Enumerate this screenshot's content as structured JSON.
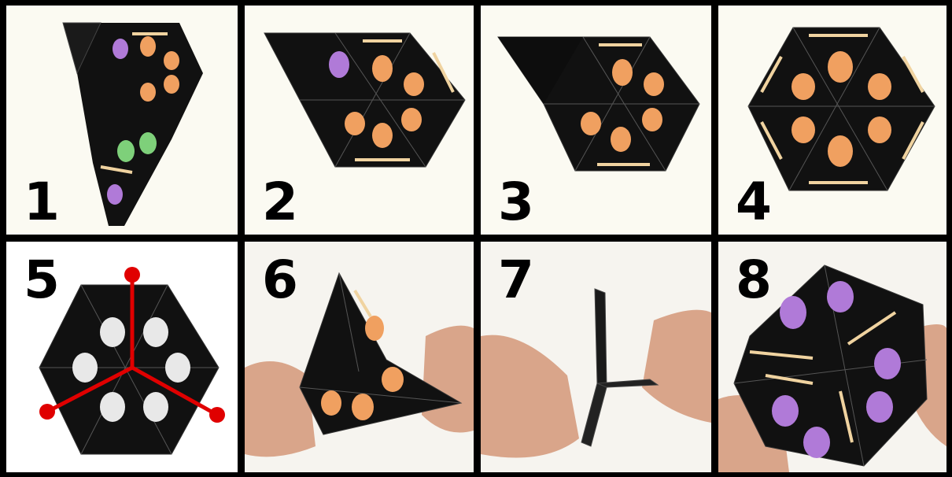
{
  "panels": [
    {
      "label": "1",
      "skull_colors": [
        "purple",
        "orange",
        "green"
      ]
    },
    {
      "label": "2",
      "skull_colors": [
        "purple",
        "orange"
      ]
    },
    {
      "label": "3",
      "skull_colors": [
        "orange"
      ]
    },
    {
      "label": "4",
      "skull_colors": [
        "orange"
      ]
    },
    {
      "label": "5",
      "skull_colors": [
        "white"
      ],
      "marker_color": "#e00000"
    },
    {
      "label": "6",
      "skull_colors": [
        "orange"
      ]
    },
    {
      "label": "7",
      "skull_colors": []
    },
    {
      "label": "8",
      "skull_colors": [
        "purple"
      ]
    }
  ],
  "colors": {
    "background": "#000000",
    "panel": "#fbfaf2",
    "bone": "#f0d3a0",
    "orange_skull": "#f0a060",
    "purple_skull": "#b07ad8",
    "green_skull": "#7ed07a",
    "white_skull": "#e8e8e8",
    "red_line": "#e00000",
    "skin": "#d9a58a"
  }
}
